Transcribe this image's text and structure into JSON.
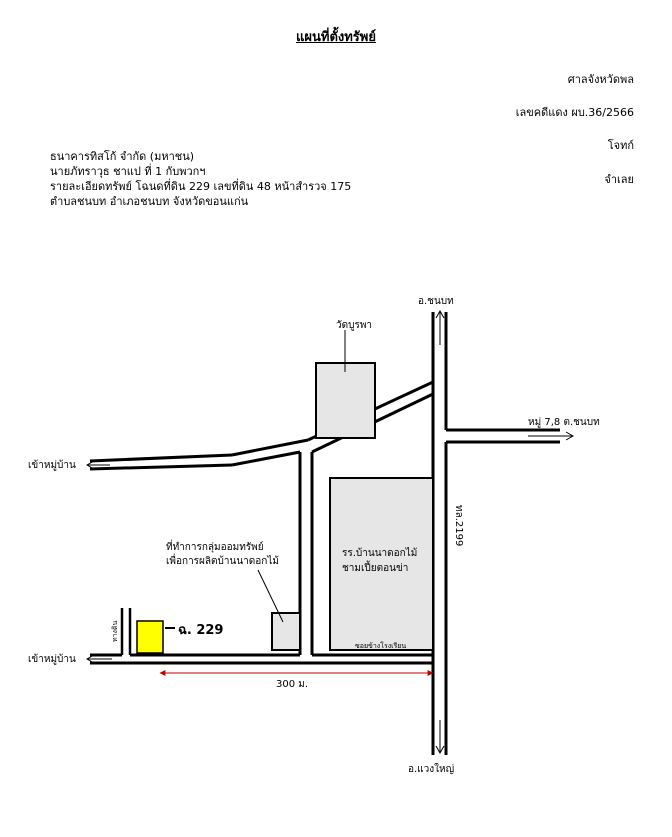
{
  "document": {
    "title": "แผนที่ตั้งทรัพย์",
    "court": "ศาลจังหวัดพล",
    "case_number": "เลขคดีแดง ผบ.36/2566",
    "plaintiff_label": "โจทก์",
    "defendant_label": "จำเลย",
    "plaintiff_name": "ธนาคารทิสโก้ จำกัด (มหาชน)",
    "defendant_name": "นายภัทราวุธ  ชาแป  ที่ 1 กับพวกฯ",
    "property_detail": "รายละเอียดทรัพย์ โฉนดที่ดิน 229 เลขที่ดิน 48 หน้าสำรวจ 175",
    "location": "ตำบลชนบท  อำเภอชนบท  จังหวัดขอนแก่น"
  },
  "map": {
    "labels": {
      "north_destination": "อ.ชนบท",
      "south_destination": "อ.แวงใหญ่",
      "east_destination": "หมู่ 7,8 ต.ชนบท",
      "west_upper": "เข้าหมู่บ้าน",
      "west_lower": "เข้าหมู่บ้าน",
      "highway": "ทล.2199",
      "temple": "วัดบูรพา",
      "school_line1": "รร.บ้านนาดอกไม้",
      "school_line2": "ชามเปี้ยตอนข่า",
      "alley": "ซอยข้างโรงเรียน",
      "office_line1": "ที่ทำการกลุ่มออมทรัพย์",
      "office_line2": "เพื่อการผลิตบ้านนาดอกไม้",
      "plot": "ฉ. 229",
      "path": "ทางดิน",
      "distance": "300 ม."
    },
    "colors": {
      "building_fill": "#e6e6e6",
      "plot_fill": "#ffff00",
      "distance_line": "#c00000",
      "road_stroke": "#000000"
    }
  }
}
